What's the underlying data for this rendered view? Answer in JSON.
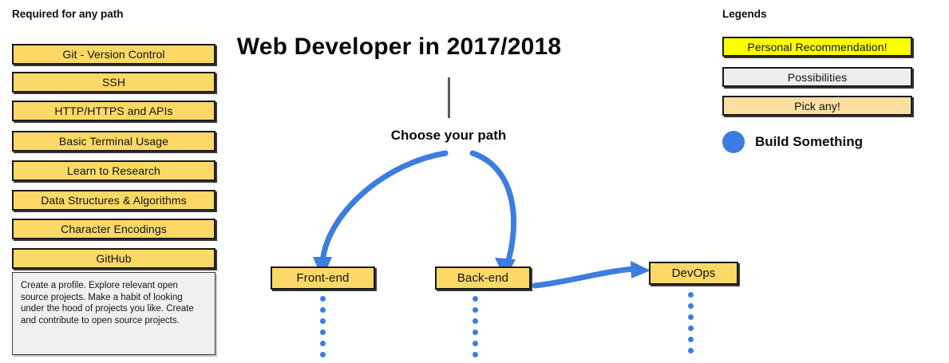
{
  "page": {
    "title": "Web Developer in 2017/2018",
    "choose_path_label": "Choose your path",
    "background": "#ffffff"
  },
  "colors": {
    "box_orange": "#FCD966",
    "box_orange_light": "#FCDFA0",
    "legend_yellow": "#FFFF00",
    "legend_gray": "#EEEEEE",
    "note_gray": "#F0F0F0",
    "arrow_blue": "#3d7de0",
    "trunk_gray": "#5a5a5a",
    "outline_black": "#1a1a1a"
  },
  "required_section": {
    "heading": "Required for any path",
    "items": [
      {
        "label": "Git - Version Control"
      },
      {
        "label": "SSH"
      },
      {
        "label": "HTTP/HTTPS and APIs"
      },
      {
        "label": "Basic Terminal Usage"
      },
      {
        "label": "Learn to Research"
      },
      {
        "label": "Data Structures & Algorithms"
      },
      {
        "label": "Character Encodings"
      },
      {
        "label": "GitHub"
      }
    ],
    "note": "Create a profile. Explore relevant open source projects. Make a habit of looking under the hood of projects you like. Create and contribute to open source projects."
  },
  "paths": [
    {
      "label": "Front-end",
      "dots": 6
    },
    {
      "label": "Back-end",
      "dots": 6
    },
    {
      "label": "DevOps",
      "dots": 6
    }
  ],
  "legends": {
    "heading": "Legends",
    "items": [
      {
        "label": "Personal Recommendation!",
        "swatch": "#FFFF00"
      },
      {
        "label": "Possibilities",
        "swatch": "#EEEEEE"
      },
      {
        "label": "Pick any!",
        "swatch": "#FCDFA0"
      }
    ],
    "build": {
      "label": "Build Something",
      "swatch": "#3d7de0",
      "icon": "filled-circle"
    }
  }
}
